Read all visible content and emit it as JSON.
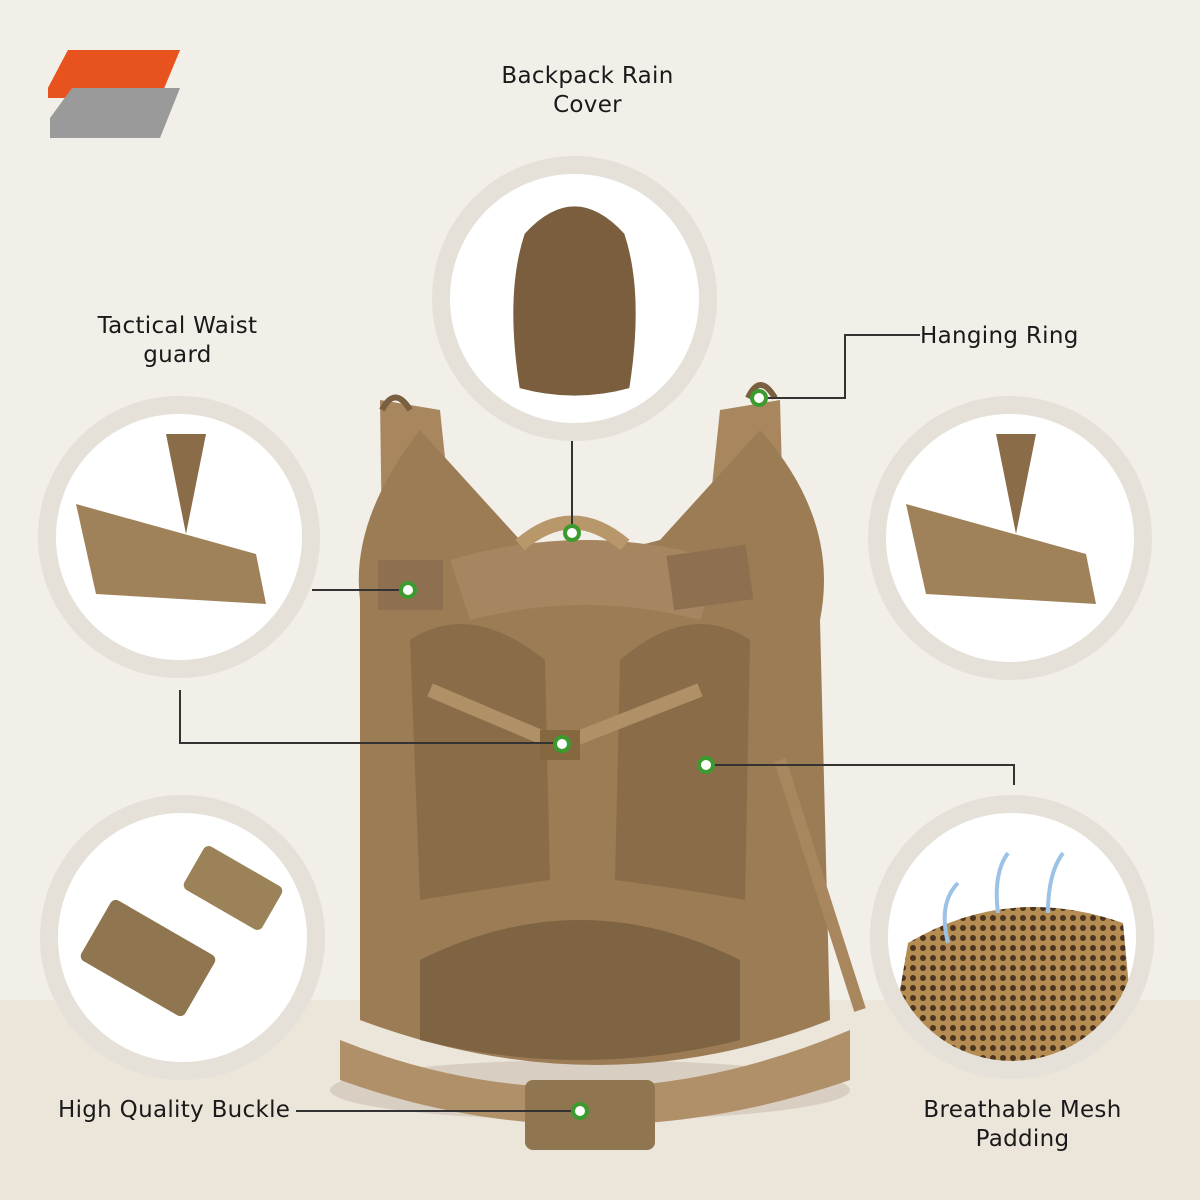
{
  "features": {
    "rain_cover": "Backpack Rain Cover",
    "waist_guard": "Tactical Waist guard",
    "hanging_ring": "Hanging Ring",
    "buckle": "High Quality Buckle",
    "mesh": "Breathable Mesh Padding"
  },
  "colors": {
    "accent_orange": "#e8521f",
    "logo_gray": "#9a9a9a",
    "tan": "#a8875e",
    "dot": "#3d9a2f"
  }
}
